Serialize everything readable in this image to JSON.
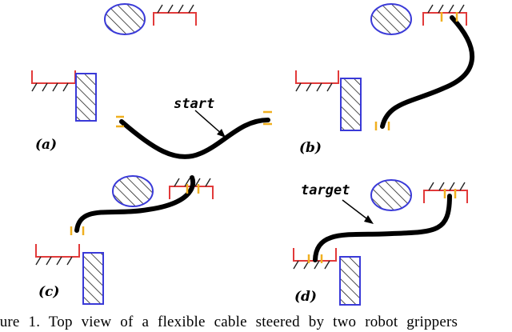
{
  "panels": [
    {
      "id": "a",
      "label": "(a)",
      "annotation": "start"
    },
    {
      "id": "b",
      "label": "(b)",
      "annotation": ""
    },
    {
      "id": "c",
      "label": "(c)",
      "annotation": ""
    },
    {
      "id": "d",
      "label": "(d)",
      "annotation": "target"
    }
  ],
  "caption": "gure 1.  Top view of a flexible cable steered by two robot grippers",
  "colors": {
    "cable": "#000000",
    "obstacle_outline": "#3a3ad8",
    "wall": "#e23a3a",
    "gripper": "#f0b020",
    "hatch": "#222222"
  }
}
